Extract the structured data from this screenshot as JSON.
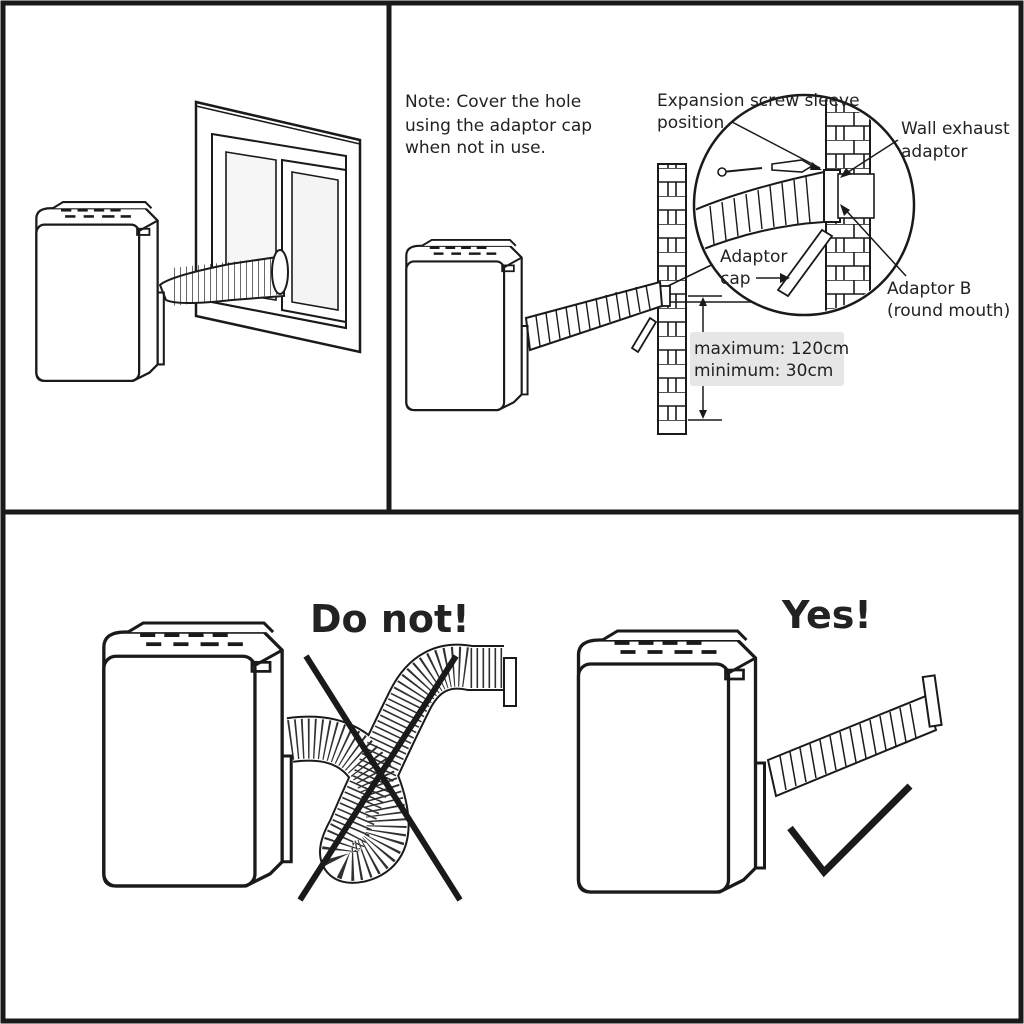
{
  "panels": {
    "top_left": {},
    "top_right": {
      "note_lines": [
        "Note: Cover the hole",
        "using the adaptor cap",
        "when not in use."
      ],
      "expansion_label": [
        "Expansion screw sleeve",
        "position"
      ],
      "wall_exhaust_label": [
        "Wall exhaust",
        "adaptor"
      ],
      "adaptor_cap_label": [
        "Adaptor",
        "cap"
      ],
      "adaptor_b_label": [
        "Adaptor B",
        "(round mouth)"
      ],
      "height_max": "maximum: 120cm",
      "height_min": "minimum: 30cm"
    },
    "bottom": {
      "wrong_label": "Do not!",
      "right_label": "Yes!"
    }
  },
  "colors": {
    "line": "#1a1a1a",
    "background": "#ffffff",
    "dim_box": "#e6e6e6"
  },
  "icons": [
    "air-conditioner-unit",
    "exhaust-hose",
    "window-frame",
    "brick-wall",
    "cross-mark-icon",
    "check-mark-icon"
  ]
}
